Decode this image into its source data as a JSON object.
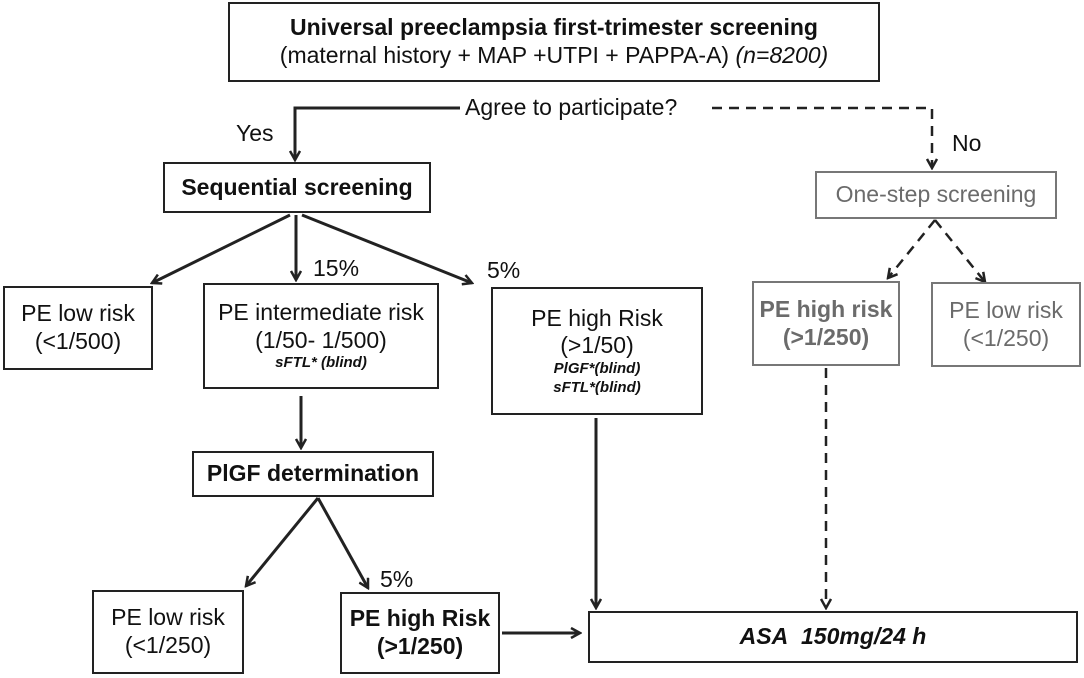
{
  "top": {
    "title": "Universal preeclampsia first-trimester screening",
    "subtitle": "(maternal history + MAP +UTPI + PAPPA-A)",
    "n": "(n=8200)"
  },
  "question": "Agree to participate?",
  "yes_label": "Yes",
  "no_label": "No",
  "sequential": "Sequential screening",
  "onestep": "One-step screening",
  "pct": {
    "p15": "15%",
    "p5a": "5%",
    "p5b": "5%"
  },
  "low1": {
    "line1": "PE low risk",
    "line2": "(<1/500)"
  },
  "inter": {
    "line1": "PE intermediate risk",
    "line2": "(1/50- 1/500)",
    "note": "sFTL* (blind)"
  },
  "high1": {
    "line1": "PE high Risk",
    "line2": "(>1/50)",
    "note1": "PlGF*(blind)",
    "note2": "sFTL*(blind)"
  },
  "os_high": {
    "line1": "PE high risk",
    "line2": "(>1/250)"
  },
  "os_low": {
    "line1": "PE low risk",
    "line2": "(<1/250)"
  },
  "plgf": "PlGF determination",
  "low2": {
    "line1": "PE low risk",
    "line2": "(<1/250)"
  },
  "high2": {
    "line1": "PE high Risk",
    "line2": "(>1/250)"
  },
  "asa": {
    "drug": "ASA",
    "dose": "150mg/24 h"
  }
}
